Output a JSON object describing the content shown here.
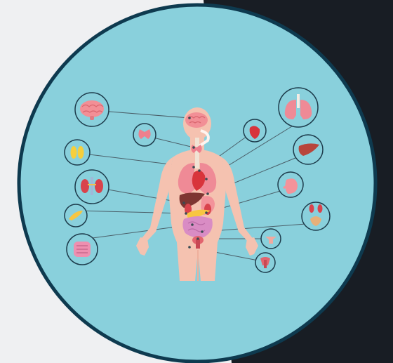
{
  "colors": {
    "page_bg": "#eff0f2",
    "dark_panel": "#181d24",
    "disc_fill": "#89d0dc",
    "disc_ring": "#0e3a4f",
    "skin": "#f5c2b0",
    "skin_shadow": "#eeb09c",
    "callout_ring": "#1d3b4b",
    "leader_line": "#4a5e68"
  },
  "organs": [
    {
      "name": "brain",
      "icon": "brain-icon",
      "side": "left",
      "color": "#f28f96"
    },
    {
      "name": "thyroid",
      "icon": "thyroid-icon",
      "side": "left",
      "color": "#ee7f8d"
    },
    {
      "name": "adrenal-glands",
      "icon": "adrenal-icon",
      "side": "left",
      "color": "#f6cf3c"
    },
    {
      "name": "kidneys",
      "icon": "kidneys-icon",
      "side": "left",
      "color": "#d9434c"
    },
    {
      "name": "pancreas",
      "icon": "pancreas-icon",
      "side": "left",
      "color": "#f7c641"
    },
    {
      "name": "intestines",
      "icon": "intestine-icon",
      "side": "left",
      "color": "#ee8fb0"
    },
    {
      "name": "heart",
      "icon": "heart-icon",
      "side": "right",
      "color": "#d8343b"
    },
    {
      "name": "lungs",
      "icon": "lungs-icon",
      "side": "right",
      "color": "#ef8a96"
    },
    {
      "name": "liver",
      "icon": "liver-icon",
      "side": "right",
      "color": "#b8453c"
    },
    {
      "name": "stomach",
      "icon": "stomach-icon",
      "side": "right",
      "color": "#f3939a"
    },
    {
      "name": "bladder",
      "icon": "bladder-icon",
      "side": "right",
      "color": "#e7b07a"
    },
    {
      "name": "male-reproductive",
      "icon": "male-reproductive-icon",
      "side": "right",
      "color": "#f0a9a0"
    },
    {
      "name": "female-reproductive",
      "icon": "female-reproductive-icon",
      "side": "right",
      "color": "#e2646e"
    }
  ]
}
